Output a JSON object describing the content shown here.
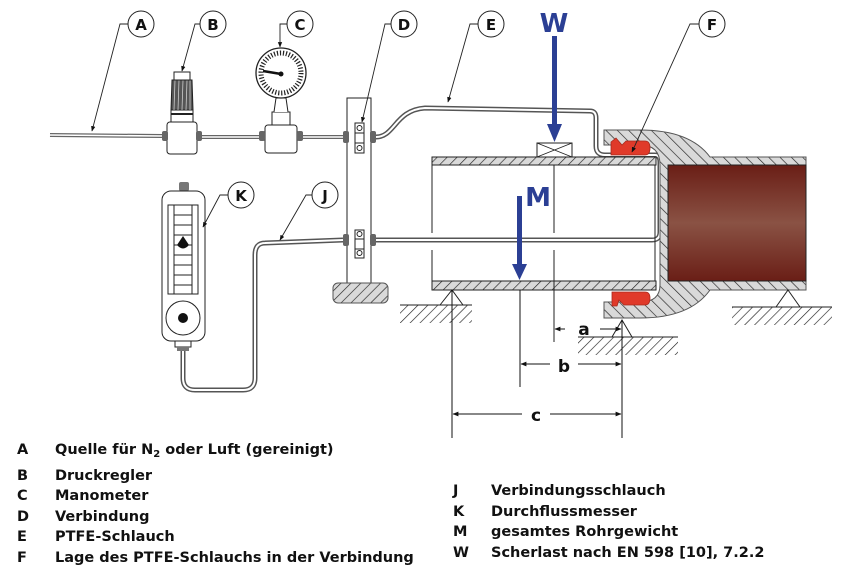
{
  "diagram": {
    "callouts": [
      "A",
      "B",
      "C",
      "D",
      "E",
      "F",
      "J",
      "K"
    ],
    "force_labels": {
      "W": "W",
      "M": "M"
    },
    "dimensions": {
      "a": "a",
      "b": "b",
      "c": "c"
    },
    "colors": {
      "force_arrow": "#2b3f94",
      "seal": "#e03a2a",
      "pipe_interior": "#7a3a2e",
      "hatch_fill": "#d9d9d9"
    }
  },
  "legend_left": [
    {
      "key": "A",
      "pre": "Quelle für N",
      "sub": "2",
      "post": " oder Luft (gereinigt)"
    },
    {
      "key": "B",
      "pre": "Druckregler",
      "sub": "",
      "post": ""
    },
    {
      "key": "C",
      "pre": "Manometer",
      "sub": "",
      "post": ""
    },
    {
      "key": "D",
      "pre": "Verbindung",
      "sub": "",
      "post": ""
    },
    {
      "key": "E",
      "pre": "PTFE-Schlauch",
      "sub": "",
      "post": ""
    },
    {
      "key": "F",
      "pre": "Lage des PTFE-Schlauchs in der Verbindung",
      "sub": "",
      "post": ""
    }
  ],
  "legend_right": [
    {
      "key": "J",
      "text": "Verbindungsschlauch"
    },
    {
      "key": "K",
      "text": "Durchflussmesser"
    },
    {
      "key": "M",
      "text": "gesamtes Rohrgewicht"
    },
    {
      "key": "W",
      "text": "Scherlast nach EN 598 [10], 7.2.2"
    }
  ]
}
